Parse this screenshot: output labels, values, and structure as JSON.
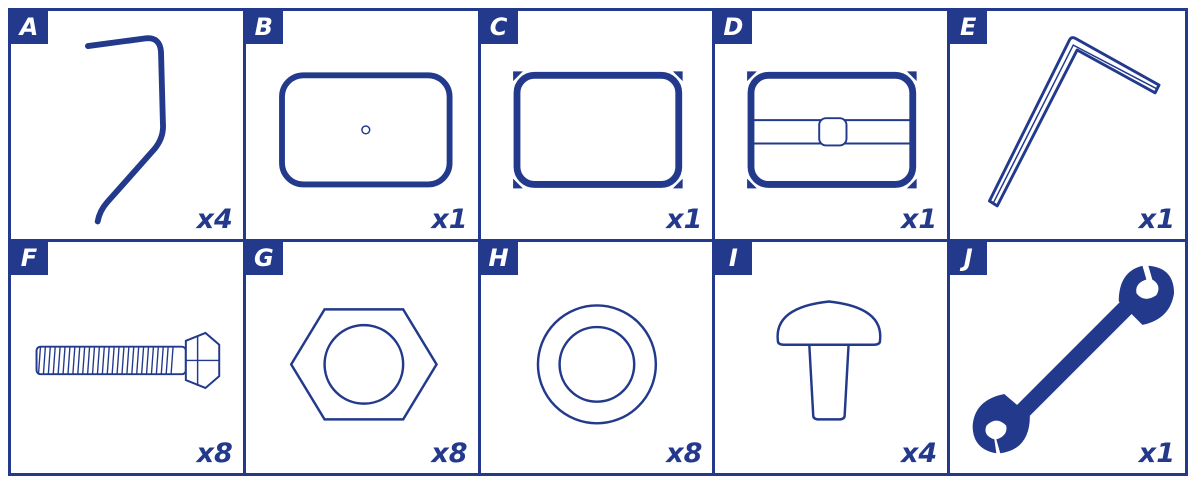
{
  "parts": [
    {
      "letter": "A",
      "qty": "x4",
      "icon": "bent-leg-icon"
    },
    {
      "letter": "B",
      "qty": "x1",
      "icon": "frame-with-hole-icon"
    },
    {
      "letter": "C",
      "qty": "x1",
      "icon": "frame-with-corner-brackets-icon"
    },
    {
      "letter": "D",
      "qty": "x1",
      "icon": "frame-with-crossbar-icon"
    },
    {
      "letter": "E",
      "qty": "x1",
      "icon": "allen-key-icon"
    },
    {
      "letter": "F",
      "qty": "x8",
      "icon": "hex-bolt-icon"
    },
    {
      "letter": "G",
      "qty": "x8",
      "icon": "hex-nut-icon"
    },
    {
      "letter": "H",
      "qty": "x8",
      "icon": "washer-icon"
    },
    {
      "letter": "I",
      "qty": "x4",
      "icon": "rubber-foot-cap-icon"
    },
    {
      "letter": "J",
      "qty": "x1",
      "icon": "wrench-icon"
    }
  ],
  "colors": {
    "primary": "#233a8c",
    "background": "#ffffff"
  }
}
